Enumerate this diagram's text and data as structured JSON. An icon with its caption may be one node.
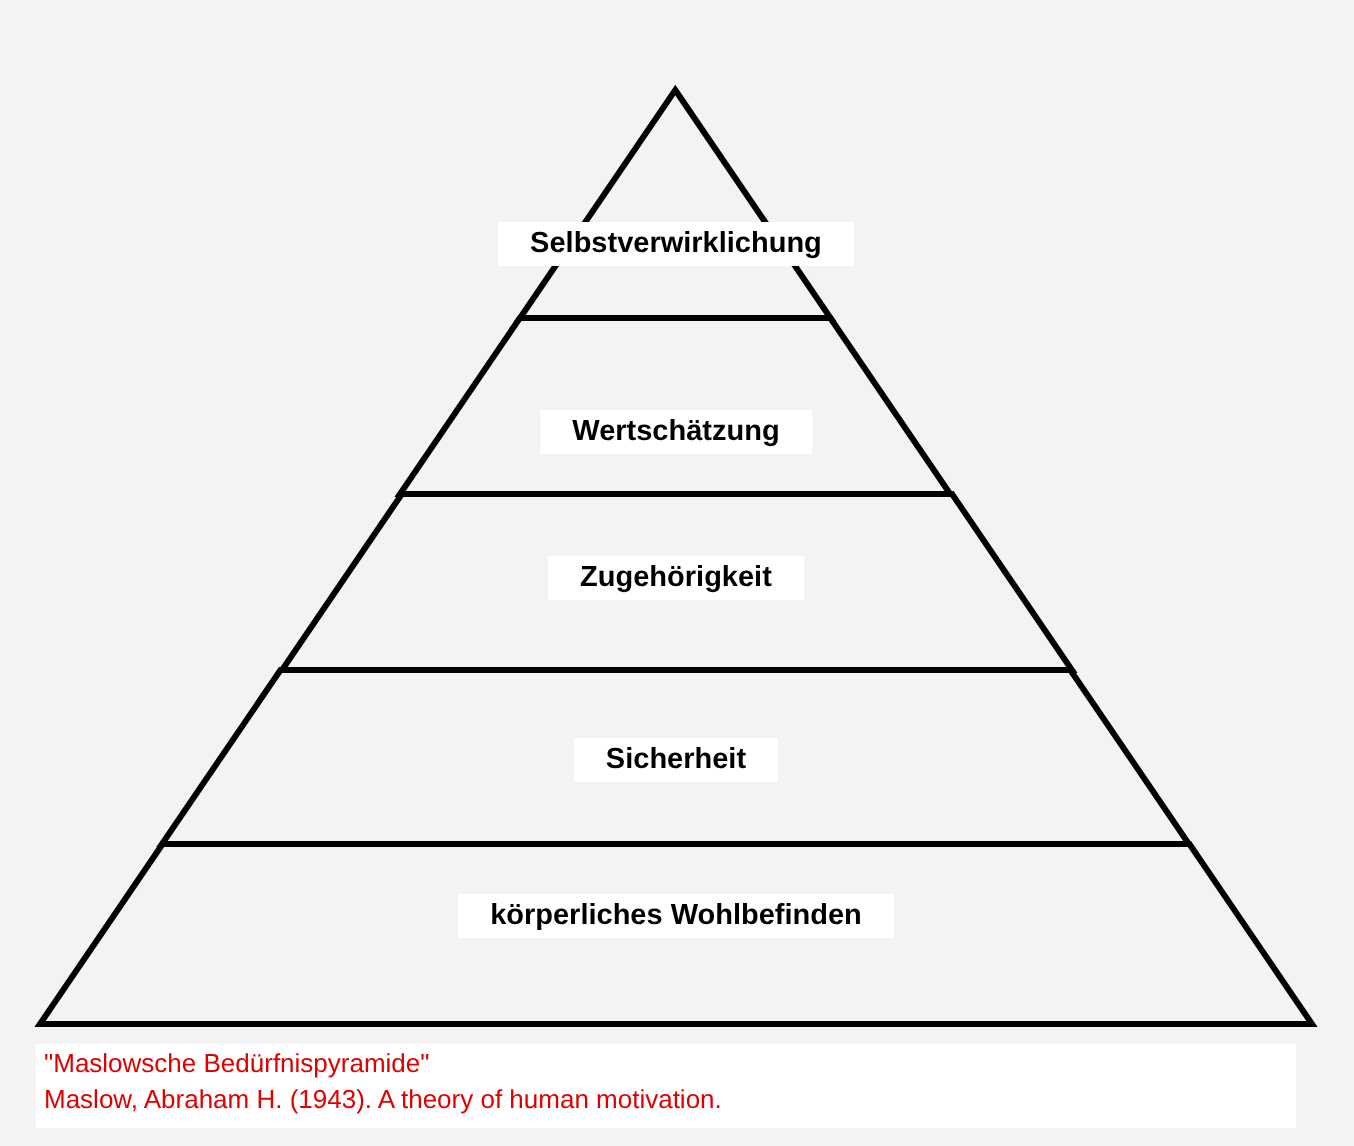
{
  "diagram": {
    "nodes": [
      {
        "text": [
          "Selbstverwirklichung"
        ]
      },
      {
        "text": [
          "Wertschätzung"
        ]
      },
      {
        "text": [
          "Zugehörigkeit"
        ]
      },
      {
        "text": [
          "Sicherheit"
        ]
      },
      {
        "text": [
          "körperliches Wohlbefinden"
        ]
      }
    ],
    "labels": [
      "\"Maslowsche Bedürfnispyramide\"",
      "Maslow, Abraham H. (1943). A theory of human motivation."
    ]
  }
}
